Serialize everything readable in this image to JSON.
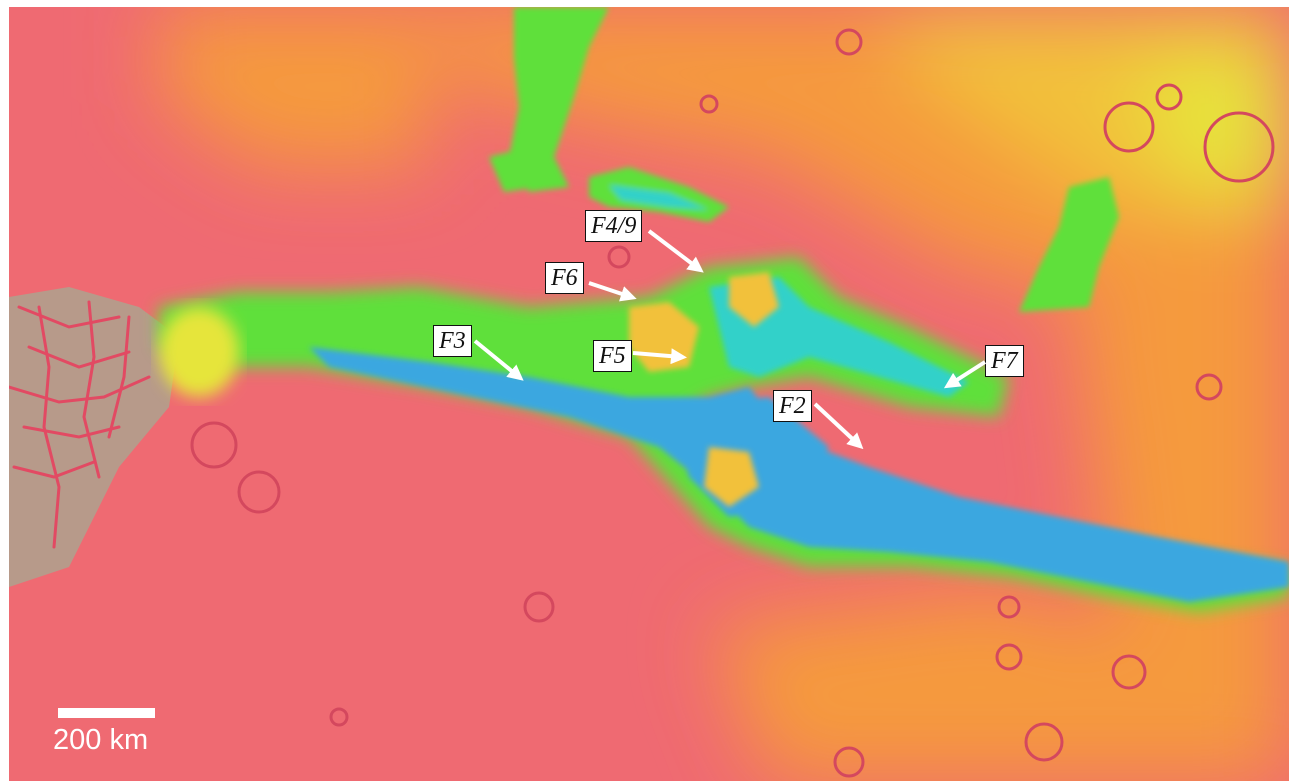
{
  "figure": {
    "labels": [
      {
        "id": "F4/9",
        "text": "F4/9"
      },
      {
        "id": "F6",
        "text": "F6"
      },
      {
        "id": "F3",
        "text": "F3"
      },
      {
        "id": "F5",
        "text": "F5"
      },
      {
        "id": "F2",
        "text": "F2"
      },
      {
        "id": "F7",
        "text": "F7"
      }
    ],
    "scale_bar": {
      "text": "200 km",
      "distance_km": 200
    },
    "colors": {
      "highland": "#ef6a72",
      "plateau": "#f59a3c",
      "high_plateau": "#f2c13a",
      "summit": "#e6e53a",
      "chaos_green": "#5fe03a",
      "canyon_cyan": "#33d1c9",
      "canyon_floor": "#3aa7e0",
      "fractured_terrain": "#b79a8a",
      "label_box": "#ffffff",
      "arrow": "#ffffff"
    }
  }
}
